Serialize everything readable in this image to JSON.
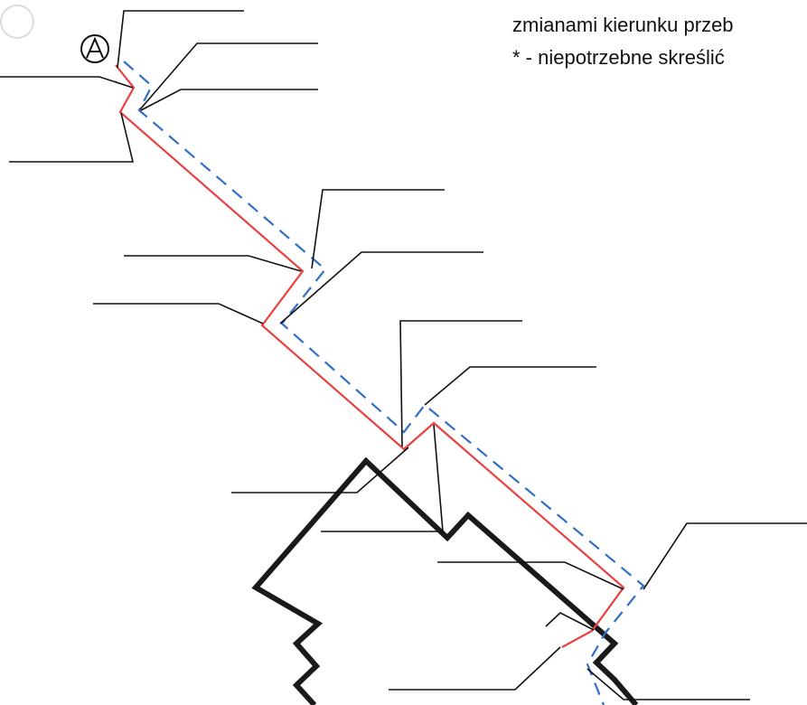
{
  "notes": {
    "line1": "zmianami kierunku przeb",
    "line2": "* - niepotrzebne skreślić"
  },
  "diagram": {
    "start_point_label": "A",
    "colors": {
      "red_route": "#e8413f",
      "blue_route": "#2f6fc6",
      "building_outline": "#1a1a1a",
      "leader_lines": "#111111"
    },
    "line_styles": {
      "red_route": "solid",
      "blue_route": "dashed",
      "building_outline": "solid-thick"
    }
  }
}
